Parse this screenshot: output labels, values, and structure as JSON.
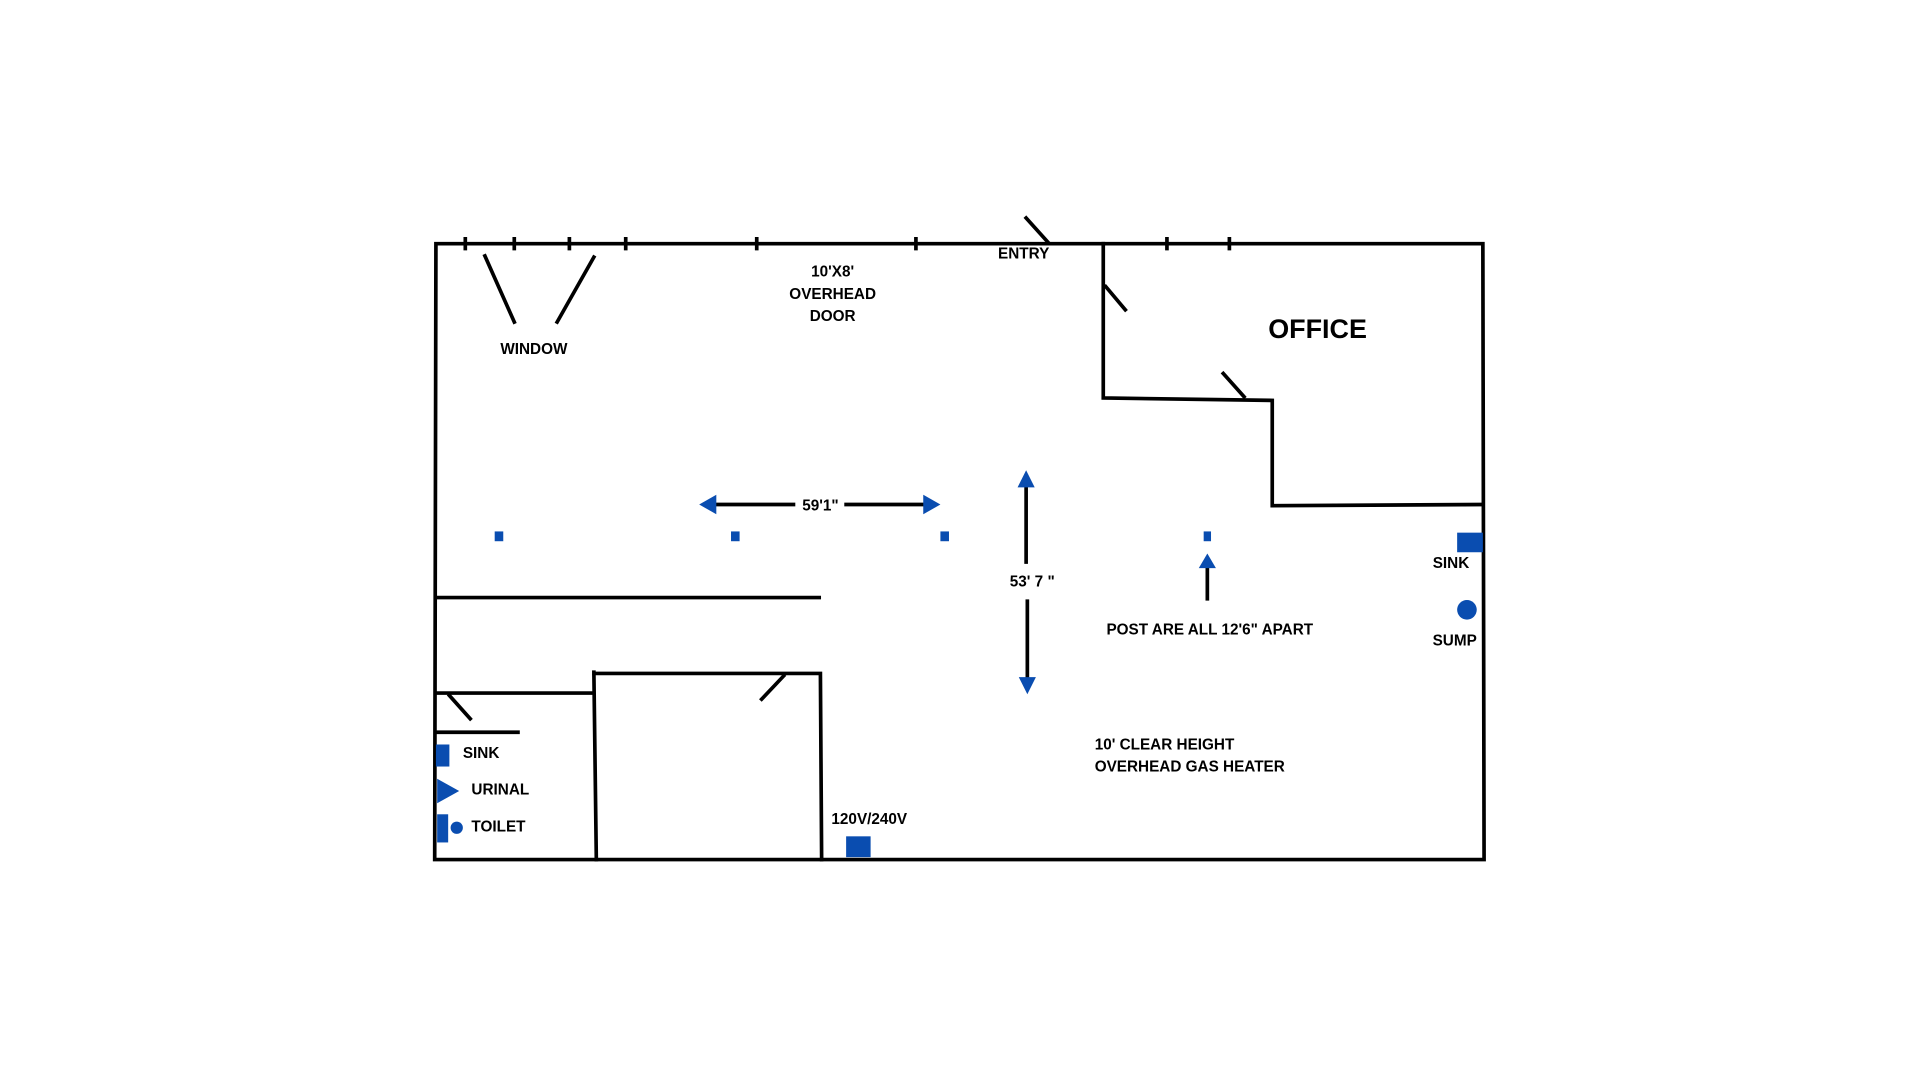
{
  "labels": {
    "window": "WINDOW",
    "overhead_door": [
      "10'X8'",
      "OVERHEAD",
      "DOOR"
    ],
    "entry": "ENTRY",
    "office": "OFFICE",
    "width_dim": "59'1\"",
    "depth_dim": "53' 7 \"",
    "posts_note": "POST ARE ALL 12'6\" APART",
    "sink_right": "SINK",
    "sump": "SUMP",
    "heater_note": [
      "10' CLEAR HEIGHT",
      "OVERHEAD GAS HEATER"
    ],
    "electrical": "120V/240V",
    "sink_left": "SINK",
    "urinal": "URINAL",
    "toilet": "TOILET"
  },
  "colors": {
    "fixture": "#0a4db0",
    "wall": "#000000"
  }
}
